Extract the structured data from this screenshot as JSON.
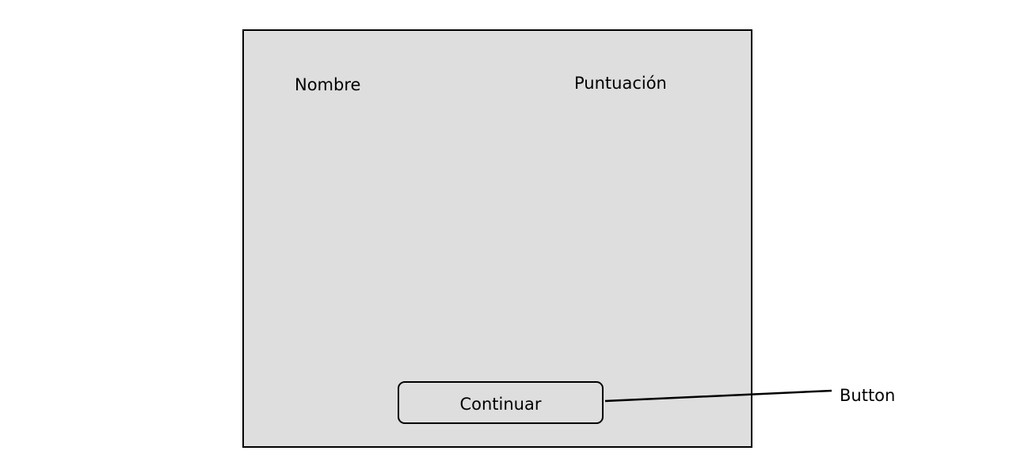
{
  "screen": {
    "headers": {
      "name": "Nombre",
      "score": "Puntuación"
    },
    "continue_button": {
      "label": "Continuar"
    }
  },
  "annotation": {
    "label": "Button"
  },
  "colors": {
    "panel_background": "#dedede",
    "border": "#000000",
    "page_background": "#ffffff"
  }
}
